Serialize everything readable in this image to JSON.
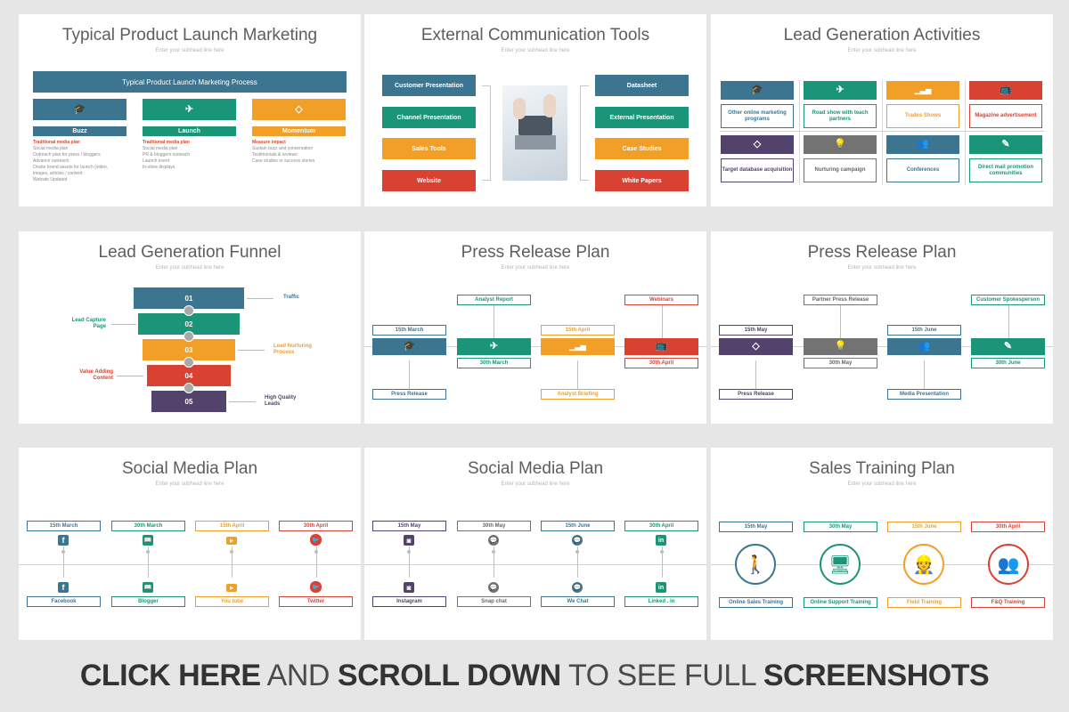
{
  "colors": {
    "blue": "#3c7590",
    "green": "#1a9577",
    "orange": "#f19f27",
    "red": "#d94133",
    "purple": "#53426b",
    "gray": "#737373",
    "page_bg": "#e6e6e6"
  },
  "subhead": "Enter your subhead line here",
  "s1": {
    "title": "Typical Product Launch Marketing",
    "banner": "Typical Product Launch Marketing  Process",
    "cols": [
      {
        "icon": "graduation-cap-icon",
        "glyph": "🎓",
        "label": "Buzz",
        "head": "Traditional media plan",
        "lines": [
          "Social media plan",
          "Outreach plan for press / bloggers",
          "Advance outreach",
          "Onsite brand assets for launch (video,",
          "images, articles / content",
          "Website Updated"
        ]
      },
      {
        "icon": "paper-plane-icon",
        "glyph": "✈",
        "label": "Launch",
        "head": "Traditional media plan",
        "lines": [
          "Social media plan",
          "PR & bloggers outreach",
          "Launch event",
          "In-store displays"
        ]
      },
      {
        "icon": "diamond-icon",
        "glyph": "◇",
        "label": "Momentum",
        "head": "Measure impact",
        "lines": [
          "Sustain buzz and conversation",
          "Testimonials & reviews",
          "Case studies or success stories"
        ]
      }
    ]
  },
  "s2": {
    "title": "External Communication Tools",
    "left": [
      "Customer Presentation",
      "Channel Presentation",
      "Sales Tools",
      "Website"
    ],
    "right": [
      "Datasheet",
      "External Presentation",
      "Case Studies",
      "White Papers"
    ]
  },
  "s3": {
    "title": "Lead Generation Activities",
    "row1": [
      {
        "icon": "graduation-cap-icon",
        "glyph": "🎓",
        "label": "Other online marketing programs"
      },
      {
        "icon": "paper-plane-icon",
        "glyph": "✈",
        "label": "Road show with teach partners"
      },
      {
        "icon": "chart-icon",
        "glyph": "▁▃▅",
        "label": "Trades Shows"
      },
      {
        "icon": "tv-icon",
        "glyph": "📺",
        "label": "Magazine advertisement"
      }
    ],
    "row2": [
      {
        "icon": "diamond-icon",
        "glyph": "◇",
        "label": "Target database acquisition"
      },
      {
        "icon": "lightbulb-icon",
        "glyph": "💡",
        "label": "Nurturing campaign"
      },
      {
        "icon": "people-icon",
        "glyph": "👥",
        "label": "Conferences"
      },
      {
        "icon": "edit-icon",
        "glyph": "✎",
        "label": "Direct mail promotion communities"
      }
    ]
  },
  "s4": {
    "title": "Lead Generation Funnel",
    "steps": [
      "01",
      "02",
      "03",
      "04",
      "05"
    ],
    "labels": [
      "Traffic",
      "Lead Capture Page",
      "Lead Nurturing Process",
      "Value Adding Content",
      "High Quality Leads"
    ]
  },
  "s5": {
    "title": "Press Release Plan",
    "top": [
      "Analyst Report",
      "Webinars"
    ],
    "mid_above": [
      "15th March",
      "15th April"
    ],
    "mid_below": [
      "30th March",
      "30th April"
    ],
    "bottom": [
      "Press Release",
      "Analyst Briefing"
    ],
    "icons": [
      {
        "icon": "graduation-cap-icon",
        "glyph": "🎓"
      },
      {
        "icon": "paper-plane-icon",
        "glyph": "✈"
      },
      {
        "icon": "chart-icon",
        "glyph": "▁▃▅"
      },
      {
        "icon": "tv-icon",
        "glyph": "📺"
      }
    ]
  },
  "s6": {
    "title": "Press Release Plan",
    "top": [
      "Partner Press Release",
      "Customer Spokesperson"
    ],
    "mid_above": [
      "15th May",
      "15th June"
    ],
    "mid_below": [
      "30th May",
      "30th June"
    ],
    "bottom": [
      "Press Release",
      "Media Presentation"
    ],
    "icons": [
      {
        "icon": "diamond-icon",
        "glyph": "◇"
      },
      {
        "icon": "lightbulb-icon",
        "glyph": "💡"
      },
      {
        "icon": "people-icon",
        "glyph": "👥"
      },
      {
        "icon": "edit-icon",
        "glyph": "✎"
      }
    ]
  },
  "s7": {
    "title": "Social Media Plan",
    "dates": [
      "15th March",
      "30th March",
      "15th April",
      "30th April"
    ],
    "channels": [
      "Facebook",
      "Blogger",
      "You tube",
      "Twitter"
    ],
    "icons": [
      {
        "icon": "facebook-icon",
        "glyph": "f"
      },
      {
        "icon": "blogger-icon",
        "glyph": "📖"
      },
      {
        "icon": "youtube-icon",
        "glyph": "▶"
      },
      {
        "icon": "twitter-icon",
        "glyph": "🐦"
      }
    ]
  },
  "s8": {
    "title": "Social Media Plan",
    "dates": [
      "15th May",
      "30th May",
      "15th June",
      "30th April"
    ],
    "channels": [
      "Instagram",
      "Snap chat",
      "We Chat",
      "Linked . in"
    ],
    "icons": [
      {
        "icon": "instagram-icon",
        "glyph": "◙"
      },
      {
        "icon": "snapchat-icon",
        "glyph": "💬"
      },
      {
        "icon": "wechat-icon",
        "glyph": "💬"
      },
      {
        "icon": "linkedin-icon",
        "glyph": "in"
      }
    ]
  },
  "s9": {
    "title": "Sales Training Plan",
    "dates": [
      "15th May",
      "30th May",
      "15th June",
      "30th April"
    ],
    "labels": [
      "Online Sales Training",
      "Online Support Training",
      "Field Training",
      "F&Q Training"
    ],
    "icons": [
      {
        "icon": "delivery-person-icon",
        "glyph": "🚶"
      },
      {
        "icon": "support-screen-icon",
        "glyph": "🖥"
      },
      {
        "icon": "field-worker-icon",
        "glyph": "👷"
      },
      {
        "icon": "meeting-icon",
        "glyph": "👥"
      }
    ]
  },
  "footer": {
    "bold1": "CLICK HERE",
    "mid1": " AND ",
    "bold2": "SCROLL DOWN",
    "mid2": " TO SEE FULL ",
    "bold3": "SCREENSHOTS"
  }
}
